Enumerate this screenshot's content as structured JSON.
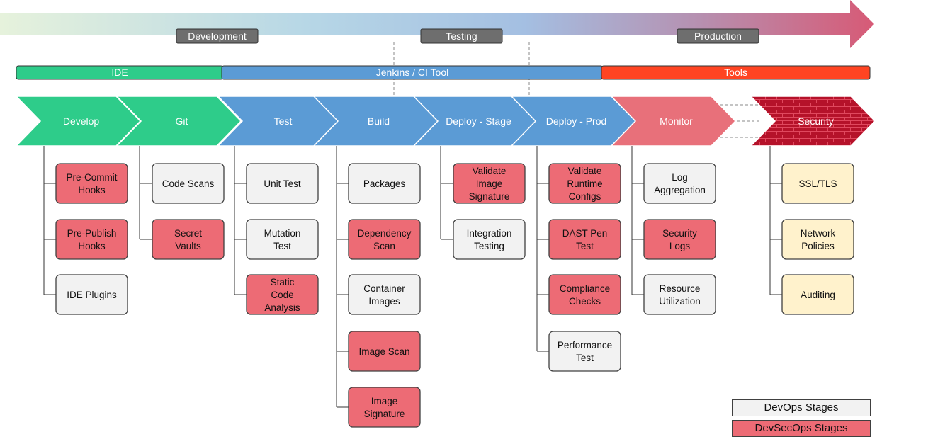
{
  "colors": {
    "devops_fill": "#f2f2f2",
    "devsecops_fill": "#ed6b75",
    "security_items_fill": "#fff2cc",
    "green": "#2ecc8a",
    "blue": "#5b9bd5",
    "red_tools": "#ff4422",
    "monitor": "#e8707a",
    "security_chevron": "#b0142a",
    "phase_box": "#6e6e6e"
  },
  "phases": [
    "Development",
    "Testing",
    "Production"
  ],
  "lanes": [
    "IDE",
    "Jenkins / CI Tool",
    "Tools"
  ],
  "stages": [
    "Develop",
    "Git",
    "Test",
    "Build",
    "Deploy - Stage",
    "Deploy - Prod",
    "Monitor",
    "Security"
  ],
  "columns": [
    {
      "items": [
        {
          "label": "Pre-Commit Hooks",
          "kind": "devsecops"
        },
        {
          "label": "Pre-Publish Hooks",
          "kind": "devsecops"
        },
        {
          "label": "IDE Plugins",
          "kind": "devops"
        }
      ]
    },
    {
      "items": [
        {
          "label": "Code Scans",
          "kind": "devops"
        },
        {
          "label": "Secret Vaults",
          "kind": "devsecops"
        }
      ]
    },
    {
      "items": [
        {
          "label": "Unit Test",
          "kind": "devops"
        },
        {
          "label": "Mutation Test",
          "kind": "devops"
        },
        {
          "label": "Static Code Analysis",
          "kind": "devsecops"
        }
      ]
    },
    {
      "items": [
        {
          "label": "Packages",
          "kind": "devops"
        },
        {
          "label": "Dependency Scan",
          "kind": "devsecops"
        },
        {
          "label": "Container Images",
          "kind": "devops"
        },
        {
          "label": "Image Scan",
          "kind": "devsecops"
        },
        {
          "label": "Image Signature",
          "kind": "devsecops"
        }
      ]
    },
    {
      "items": [
        {
          "label": "Validate Image Signature",
          "kind": "devsecops"
        },
        {
          "label": "Integration Testing",
          "kind": "devops"
        }
      ]
    },
    {
      "items": [
        {
          "label": "Validate Runtime Configs",
          "kind": "devsecops"
        },
        {
          "label": "DAST Pen Test",
          "kind": "devsecops"
        },
        {
          "label": "Compliance Checks",
          "kind": "devsecops"
        },
        {
          "label": "Performance Test",
          "kind": "devops"
        }
      ]
    },
    {
      "items": [
        {
          "label": "Log Aggregation",
          "kind": "devops"
        },
        {
          "label": "Security Logs",
          "kind": "devsecops"
        },
        {
          "label": "Resource Utilization",
          "kind": "devops"
        }
      ]
    },
    {
      "items": [
        {
          "label": "SSL/TLS",
          "kind": "security"
        },
        {
          "label": "Network Policies",
          "kind": "security"
        },
        {
          "label": "Auditing",
          "kind": "security"
        }
      ]
    }
  ],
  "legend": {
    "devops": "DevOps Stages",
    "devsecops": "DevSecOps Stages"
  }
}
